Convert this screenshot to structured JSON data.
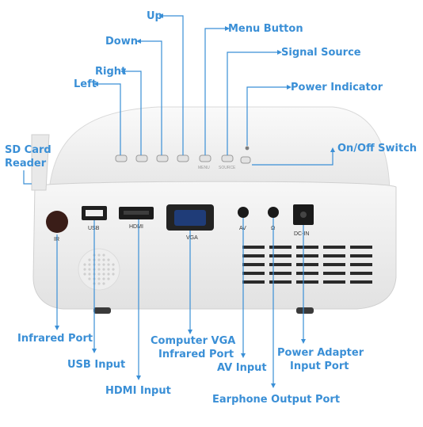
{
  "colors": {
    "accent": "#3a8fd6",
    "body": "#f4f4f4",
    "panel": "#2a2a2a"
  },
  "labels": {
    "up": "Up",
    "menu_button": "Menu Button",
    "down": "Down",
    "signal_source": "Signal Source",
    "right": "Right",
    "left": "Left",
    "power_indicator": "Power Indicator",
    "sd_card_reader_line1": "SD Card",
    "sd_card_reader_line2": "Reader",
    "on_off_switch": "On/Off Switch",
    "infrared_port": "Infrared Port",
    "usb_input": "USB Input",
    "hdmi_input": "HDMI Input",
    "computer_vga_line1": "Computer VGA",
    "computer_vga_line2": "Infrared Port",
    "av_input": "AV Input",
    "power_adapter_line1": "Power Adapter",
    "power_adapter_line2": "Input Port",
    "earphone_output_port": "Earphone Output Port"
  },
  "ports": {
    "ir": "IR",
    "usb": "USB",
    "hdmi": "HDMI",
    "vga": "VGA",
    "av": "AV",
    "earphone": "Ω",
    "dc_in": "DC-IN"
  },
  "top_buttons": {
    "menu": "MENU",
    "source": "SOURCE"
  }
}
